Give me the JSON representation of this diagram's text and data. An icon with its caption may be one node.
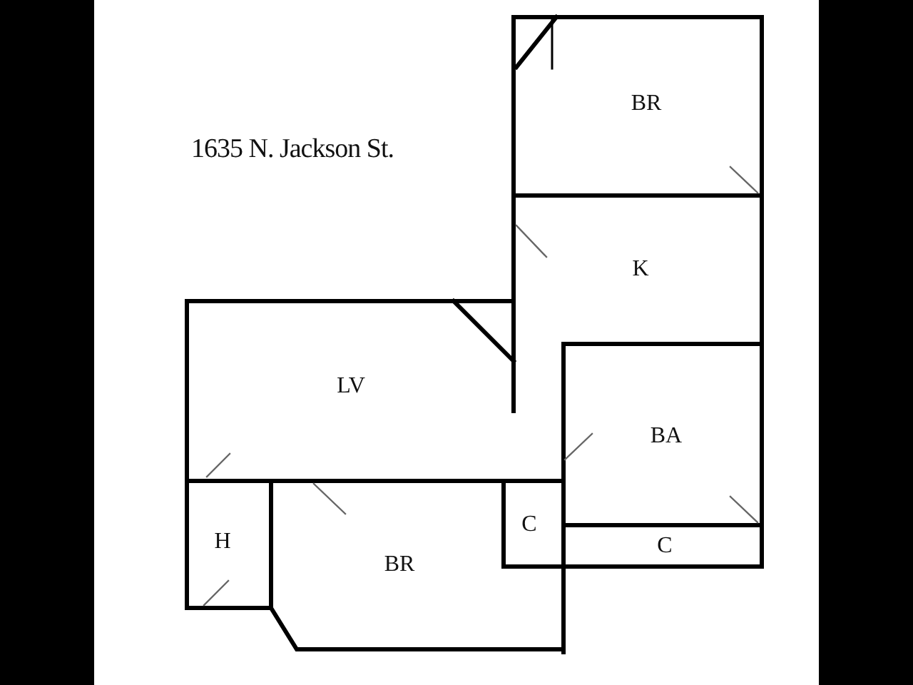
{
  "diagram": {
    "title": "1635 N. Jackson St.",
    "labels": [
      "BR",
      "K",
      "LV",
      "BA",
      "C",
      "H",
      "C",
      "BR"
    ]
  }
}
